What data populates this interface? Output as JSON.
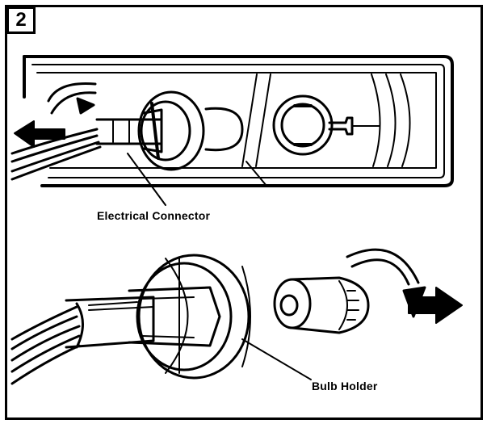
{
  "step_number": "2",
  "labels": {
    "electrical_connector": "Electrical Connector",
    "bulb_holder": "Bulb Holder"
  },
  "colors": {
    "line": "#000000",
    "background": "#ffffff"
  }
}
